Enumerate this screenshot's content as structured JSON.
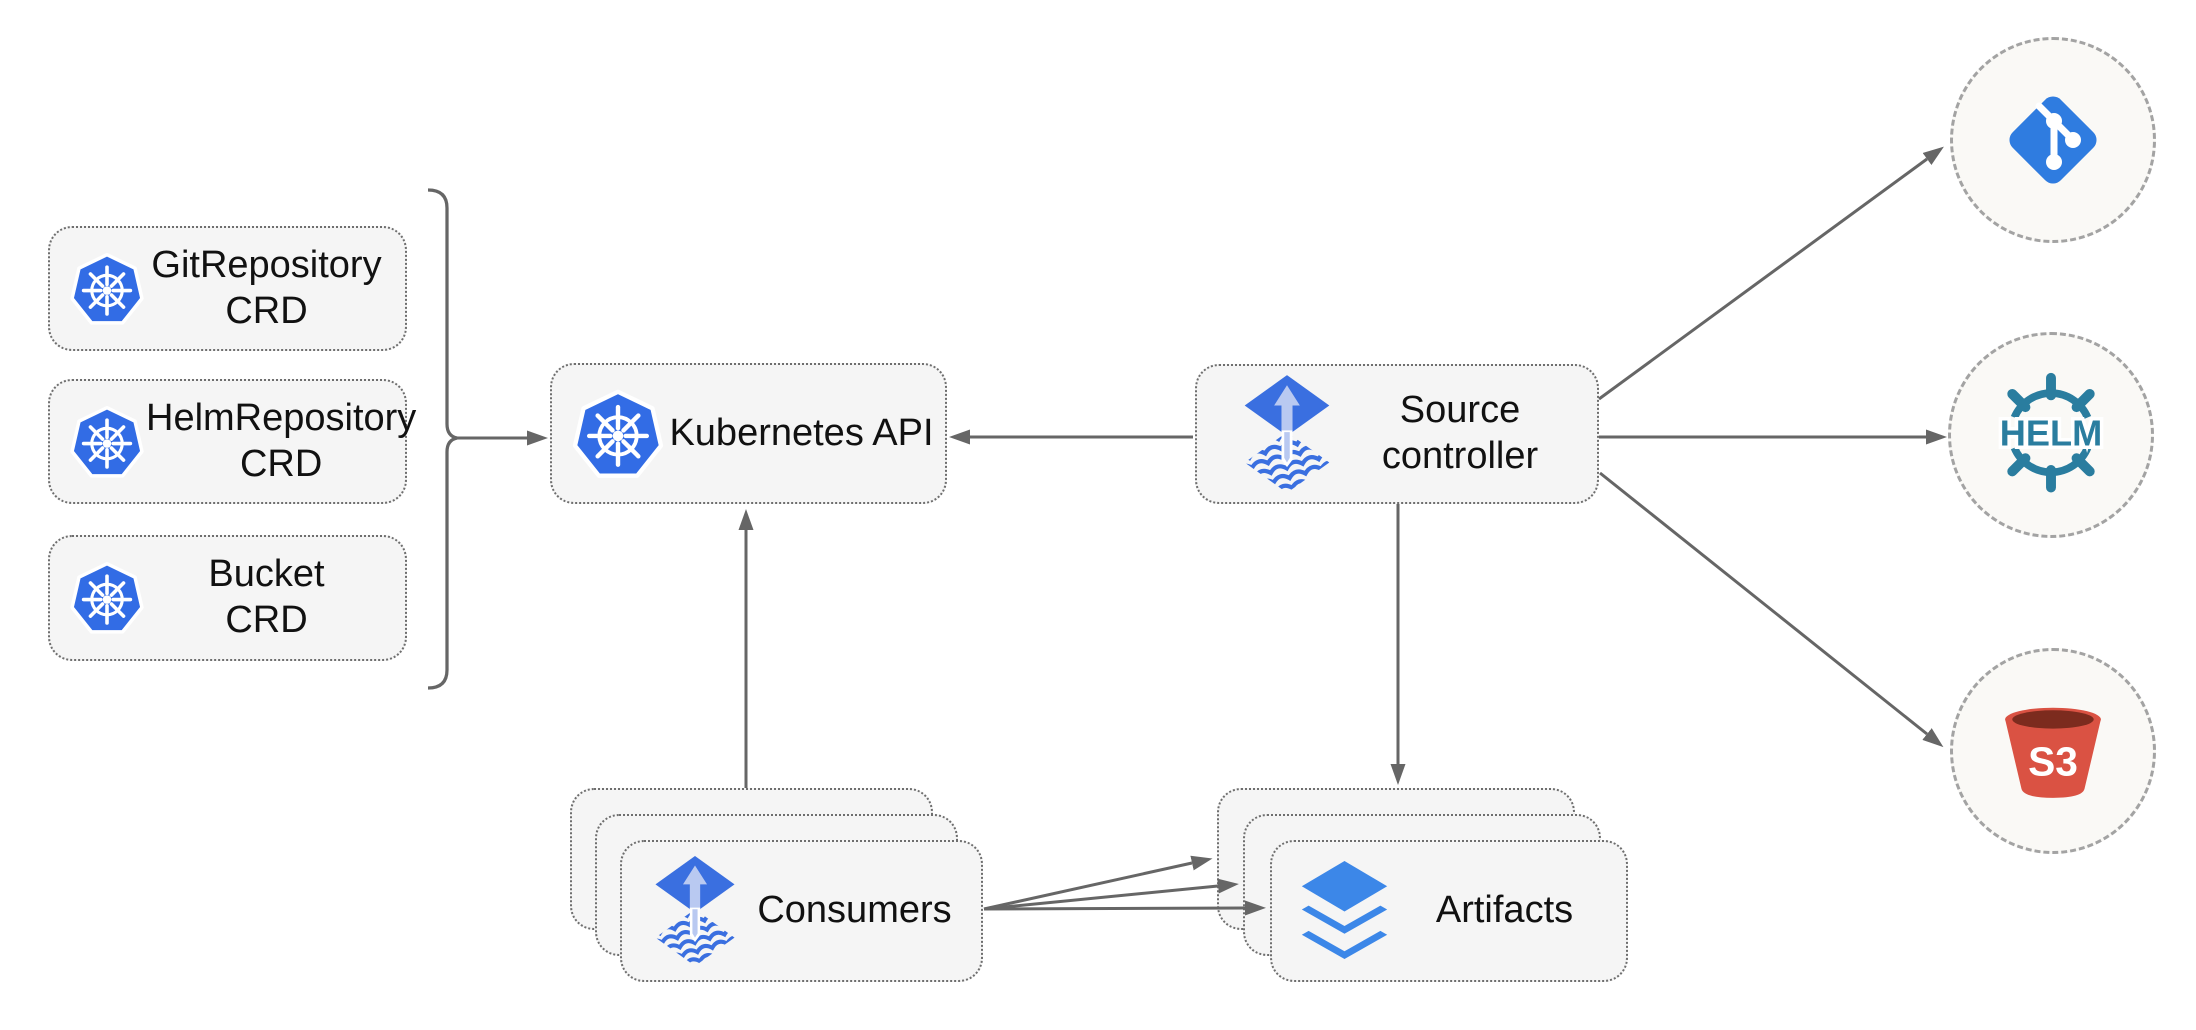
{
  "colors": {
    "box_fill": "#f5f5f5",
    "box_border": "#6e6e6e",
    "circle_fill": "#faf9f6",
    "circle_border": "#a3a3a3",
    "arrow": "#666666",
    "text": "#111111",
    "k8s_blue": "#326ce5",
    "flux_blue": "#3a6fe0",
    "flux_arrow_light": "#b9c9f1",
    "git_blue": "#2f7ce0",
    "helm_teal": "#2a7d9f",
    "s3_red": "#da5243",
    "s3_dark": "#7c2b1e",
    "layers_blue": "#3c87e8"
  },
  "crds": [
    {
      "name": "GitRepository",
      "type": "CRD",
      "icon": "kubernetes-logo"
    },
    {
      "name": "HelmRepository",
      "type": "CRD",
      "icon": "kubernetes-logo"
    },
    {
      "name": "Bucket",
      "type": "CRD",
      "icon": "kubernetes-logo"
    }
  ],
  "kubernetes_api": {
    "label": "Kubernetes API",
    "icon": "kubernetes-logo"
  },
  "source_controller": {
    "line1": "Source",
    "line2": "controller",
    "icon": "flux-logo"
  },
  "consumers": {
    "label": "Consumers",
    "icon": "flux-logo",
    "stack_count": 3
  },
  "artifacts": {
    "label": "Artifacts",
    "icon": "layers",
    "stack_count": 3
  },
  "external_sources": {
    "git": {
      "icon": "git-logo"
    },
    "helm": {
      "icon": "helm-logo",
      "label": "HELM"
    },
    "s3": {
      "icon": "s3-bucket",
      "label": "S3"
    }
  }
}
